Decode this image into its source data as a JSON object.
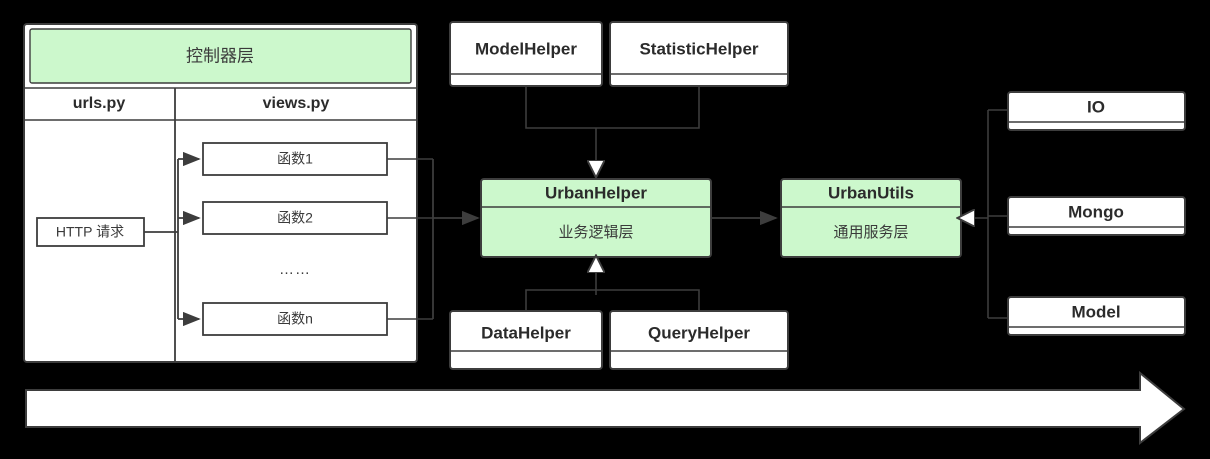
{
  "diagram": {
    "title_hidden": "",
    "background": "#000000",
    "colors": {
      "green_fill": "#ccf8cc",
      "white_fill": "#ffffff",
      "stroke": "#3d3d3d",
      "text": "#2b2b2b"
    },
    "controller_panel": {
      "header": "控制器层",
      "col_left": "urls.py",
      "col_right": "views.py",
      "request_box": "HTTP 请求",
      "functions": [
        "函数1",
        "函数2",
        "函数n"
      ],
      "ellipsis": "……"
    },
    "top_helpers": [
      {
        "name": "ModelHelper"
      },
      {
        "name": "StatisticHelper"
      }
    ],
    "bottom_helpers": [
      {
        "name": "DataHelper"
      },
      {
        "name": "QueryHelper"
      }
    ],
    "core": [
      {
        "name": "UrbanHelper",
        "subtitle": "业务逻辑层"
      },
      {
        "name": "UrbanUtils",
        "subtitle": "通用服务层"
      }
    ],
    "right_modules": [
      {
        "name": "IO"
      },
      {
        "name": "Mongo"
      },
      {
        "name": "Model"
      }
    ],
    "flow_arrow": {
      "direction": "right",
      "label": ""
    }
  }
}
